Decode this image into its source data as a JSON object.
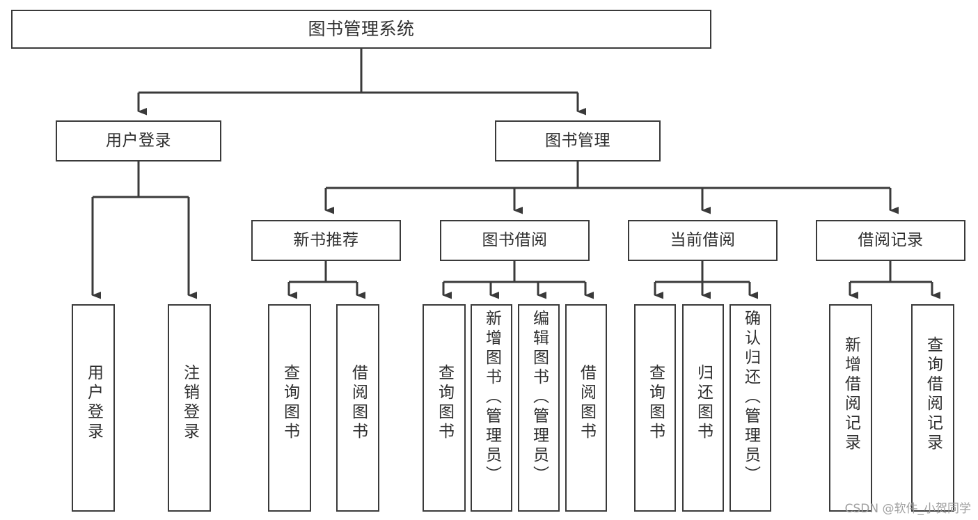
{
  "diagram": {
    "title": "图书管理系统",
    "type": "tree-hierarchy-chart",
    "orientation": "top-down",
    "colors": {
      "box_border": "#3a3a3a",
      "box_fill": "#ffffff",
      "text": "#2f2f2f",
      "connector": "#3a3a3a",
      "watermark": "#9a9a9a",
      "background": "#ffffff"
    }
  },
  "root": {
    "label": "图书管理系统"
  },
  "level1": [
    {
      "label": "用户登录"
    },
    {
      "label": "图书管理"
    }
  ],
  "level2": [
    {
      "label": "新书推荐"
    },
    {
      "label": "图书借阅"
    },
    {
      "label": "当前借阅"
    },
    {
      "label": "借阅记录"
    }
  ],
  "leaves": {
    "user_login": [
      {
        "label": "用户登录"
      },
      {
        "label": "注销登录"
      }
    ],
    "new_book_rec": [
      {
        "label": "查询图书"
      },
      {
        "label": "借阅图书"
      }
    ],
    "book_borrow": [
      {
        "label": "查询图书"
      },
      {
        "label": "新增图书（管理员）"
      },
      {
        "label": "编辑图书（管理员）"
      },
      {
        "label": "借阅图书"
      }
    ],
    "current_borrow": [
      {
        "label": "查询图书"
      },
      {
        "label": "归还图书"
      },
      {
        "label": "确认归还（管理员）"
      }
    ],
    "borrow_record": [
      {
        "label": "新增借阅记录"
      },
      {
        "label": "查询借阅记录"
      }
    ]
  },
  "watermark": {
    "text": "CSDN @软件_小贺同学"
  }
}
